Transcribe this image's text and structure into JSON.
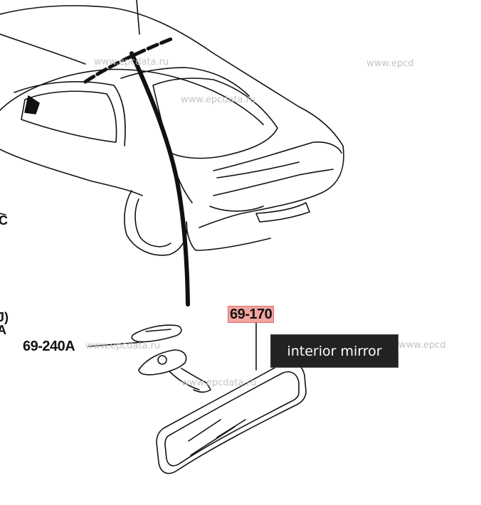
{
  "watermarks": {
    "top_center": "www.epcdata.ru",
    "top_right": "www.epcd",
    "mid_center": "www.epcdata.ru",
    "label_right": "www.epcdata.ru",
    "lower_right": "www.epcd",
    "mirror_area": "www.epcdata.ru"
  },
  "labels": {
    "mirror_part": "69-170",
    "mount_part": "69-240A",
    "left_edge_c": "C",
    "left_edge_bracket": "J)",
    "left_edge_a": "A"
  },
  "tooltip": {
    "text": "interior mirror"
  },
  "colors": {
    "line": "#111111",
    "highlight": "#f2a4a0",
    "tooltip_bg": "#222222",
    "watermark": "#c4c4c4"
  }
}
